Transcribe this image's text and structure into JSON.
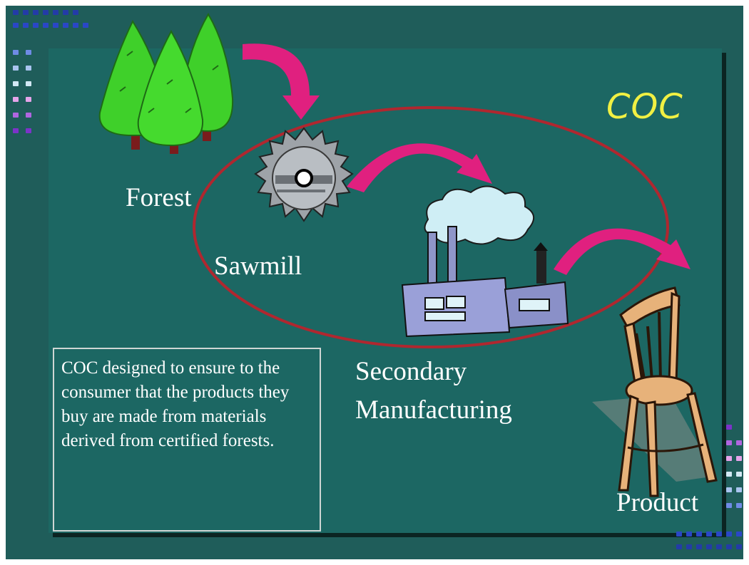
{
  "title": "COC",
  "stages": {
    "forest": "Forest",
    "sawmill": "Sawmill",
    "secondary_line1": "Secondary",
    "secondary_line2": "Manufacturing",
    "product": "Product"
  },
  "description": "COC designed to ensure to the consumer that the products they buy are made from materials derived from certified forests.",
  "colors": {
    "background": "#1f5d5a",
    "panel": "#1c6763",
    "title": "#f1f043",
    "arrow": "#e0207f",
    "ellipse": "#b0272f"
  },
  "icons": [
    "tree-icon",
    "saw-blade-icon",
    "factory-icon",
    "chair-icon",
    "curved-arrow-icon"
  ]
}
